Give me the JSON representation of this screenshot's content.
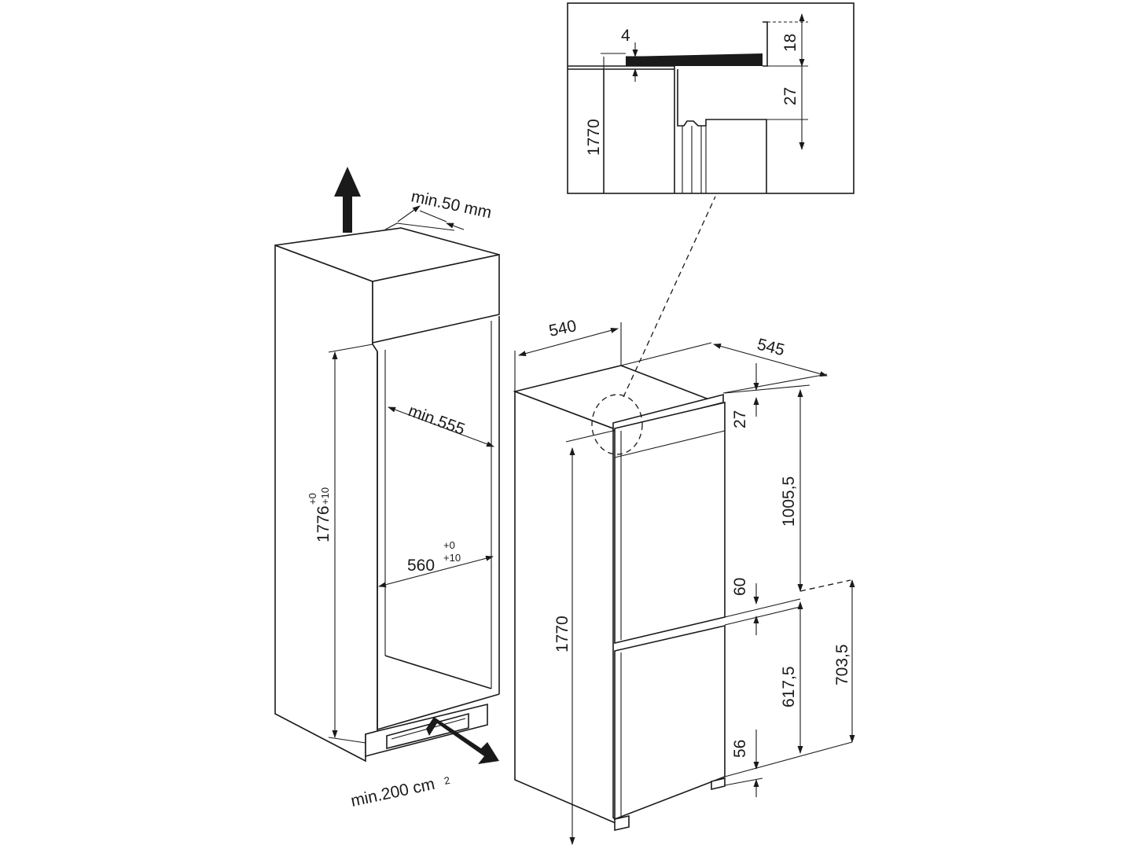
{
  "colors": {
    "ink": "#1a1a1a",
    "paper": "#ffffff"
  },
  "icons": {
    "airflow_up": "arrow-up-icon",
    "airflow_in": "arrow-right-icon"
  },
  "niche": {
    "vent_top": "min.50 mm",
    "vent_bottom": "min.200 cm",
    "vent_bottom_sup": "2",
    "height": "1776",
    "height_tol_upper": "+0",
    "height_tol_lower": "+10",
    "depth": "min.555",
    "width": "560",
    "width_tol_upper": "+0",
    "width_tol_lower": "+10"
  },
  "appliance": {
    "width": "540",
    "depth": "545",
    "height": "1770",
    "top_gap": "27",
    "upper_door": "1005,5",
    "door_gap": "60",
    "lower_door": "617,5",
    "lower_section": "703,5",
    "bottom_gap": "56"
  },
  "detail": {
    "thickness": "4",
    "top_offset": "18",
    "gap": "27",
    "height": "1770"
  }
}
